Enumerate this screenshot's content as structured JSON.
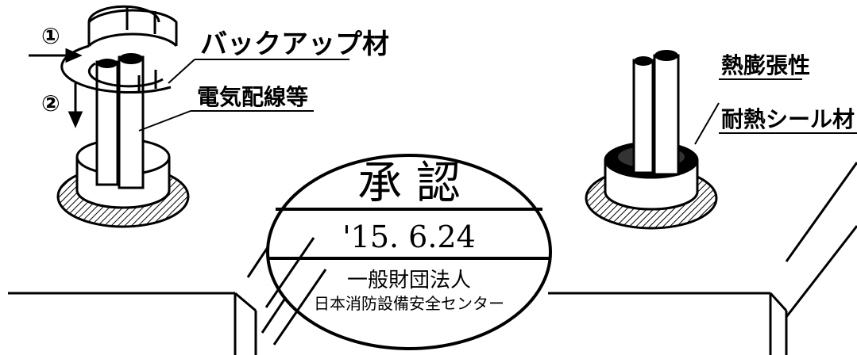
{
  "labels": {
    "step_1": "①",
    "step_2": "②",
    "backup_material": "バックアップ材",
    "electric_wiring": "電気配線等",
    "thermal_expansion_line1": "熱膨張性",
    "thermal_expansion_line2": "耐熱シール材"
  },
  "stamp": {
    "title": "承 認",
    "date": "'15. 6.24",
    "org_line1": "一般財団法人",
    "org_line2": "日本消防設備安全センター"
  }
}
